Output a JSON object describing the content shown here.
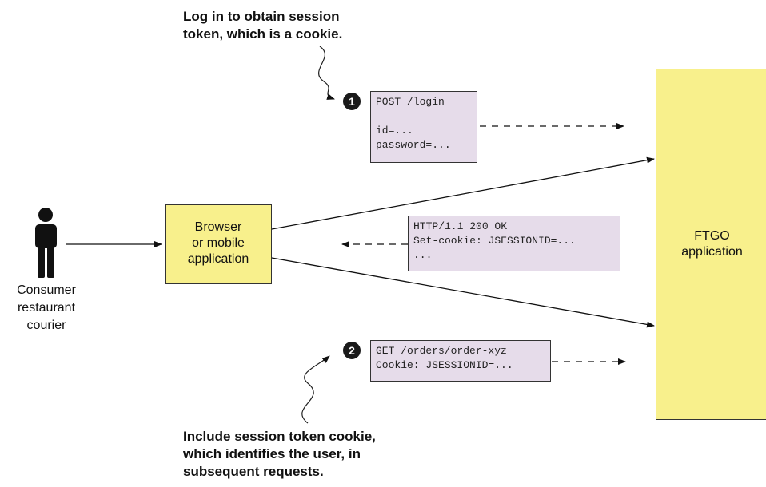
{
  "callouts": {
    "top": [
      "Log in to obtain session",
      "token, which is a cookie."
    ],
    "bottom": [
      "Include session token cookie,",
      "which identifies the user, in",
      "subsequent requests."
    ]
  },
  "actor": {
    "icon": "person-icon",
    "labels": [
      "Consumer",
      "restaurant",
      "courier"
    ]
  },
  "client": {
    "labels": [
      "Browser",
      "or mobile",
      "application"
    ]
  },
  "server": {
    "labels": [
      "FTGO",
      "application"
    ]
  },
  "steps": [
    {
      "badge": "1",
      "lines": [
        "POST /login",
        "",
        "id=...",
        "password=..."
      ]
    },
    {
      "badge": "2",
      "lines": [
        "GET /orders/order-xyz",
        "Cookie: JSESSIONID=..."
      ]
    }
  ],
  "response": {
    "lines": [
      "HTTP/1.1 200 OK",
      "Set-cookie: JSESSIONID=...",
      "..."
    ]
  },
  "colors": {
    "app_box": "#f8f08c",
    "message_box": "#e6dcea",
    "badge": "#1a1a1a"
  }
}
